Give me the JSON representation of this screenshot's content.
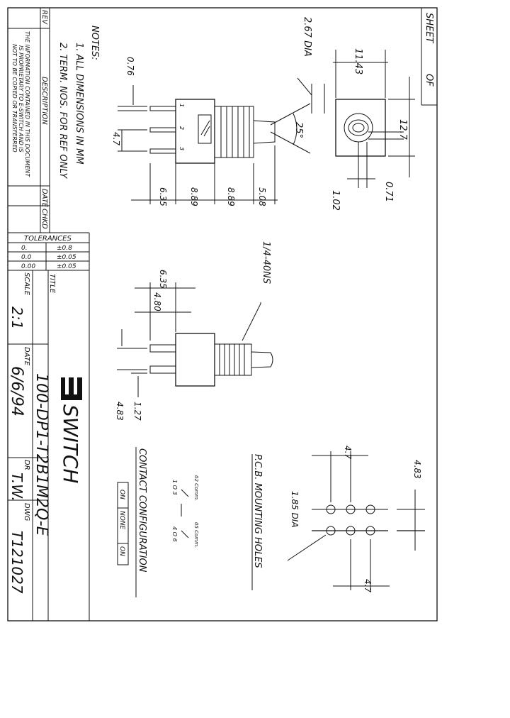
{
  "sheet": {
    "label": "SHEET",
    "of_label": "OF"
  },
  "revision_block": {
    "rev_label": "REV",
    "description_label": "DESCRIPTION",
    "date_label": "DATE",
    "chkd_label": "CHKD",
    "proprietary_notice": [
      "THE INFORMATION CONTAINED IN THIS DOCUMENT",
      "IS PROPRIETARY TO E-SWITCH AND IS",
      "NOT TO BE COPIED OR TRANSFERRED"
    ]
  },
  "notes": {
    "heading": "NOTES:",
    "items": [
      "1. ALL DIMENSIONS IN MM",
      "2. TERM. NOS. FOR REF ONLY"
    ]
  },
  "tolerances": {
    "heading": "TOLERANCES",
    "rows": [
      {
        "precision": "0.",
        "value": "±0.8"
      },
      {
        "precision": "0.0",
        "value": "±0.05"
      },
      {
        "precision": "0.00",
        "value": "±0.05"
      }
    ]
  },
  "title_block": {
    "title_label": "TITLE",
    "logo_text": "SWITCH",
    "part_number": "100-DP1-T2B1M2Q-E",
    "scale_label": "SCALE",
    "scale_value": "2:1",
    "date_label": "DATE",
    "date_value": "6/6/94",
    "dr_label": "DR",
    "dr_value": "T.W.",
    "dwg_label": "DWG",
    "dwg_value": "T121027"
  },
  "front_view": {
    "terminal_numbers": [
      "1",
      "2",
      "3"
    ],
    "dims": {
      "pin_width": "0.76",
      "pin_pitch": "4.7",
      "d1": "6.35",
      "d2": "8.89",
      "d3": "8.89",
      "d4": "5.08"
    }
  },
  "end_view": {
    "dims": {
      "diameter": "2.67 DIA",
      "width": "11.43",
      "height": "12.7",
      "angle": "25°",
      "slot": "0.71",
      "pin": "1.02"
    }
  },
  "side_view": {
    "thread_label": "1/4-40NS",
    "dims": {
      "len_a": "6.35",
      "len_b": "4.80",
      "pin_a": "1.27",
      "pin_b": "4.83"
    }
  },
  "pcb": {
    "heading": "P.C.B. MOUNTING HOLES",
    "hole_dia": "1.85 DIA",
    "dims": {
      "pitch_a": "4.7",
      "pitch_b": "4.7",
      "row_spacing": "4.83"
    }
  },
  "contact_config": {
    "heading": "CONTACT CONFIGURATION",
    "positions": [
      "ON",
      "NONE",
      "ON"
    ],
    "comm_labels": [
      "02 Comm.",
      "05 Comm."
    ],
    "terminal_labels_top": "1 O 3",
    "terminal_labels_bottom": "4 O 6"
  }
}
